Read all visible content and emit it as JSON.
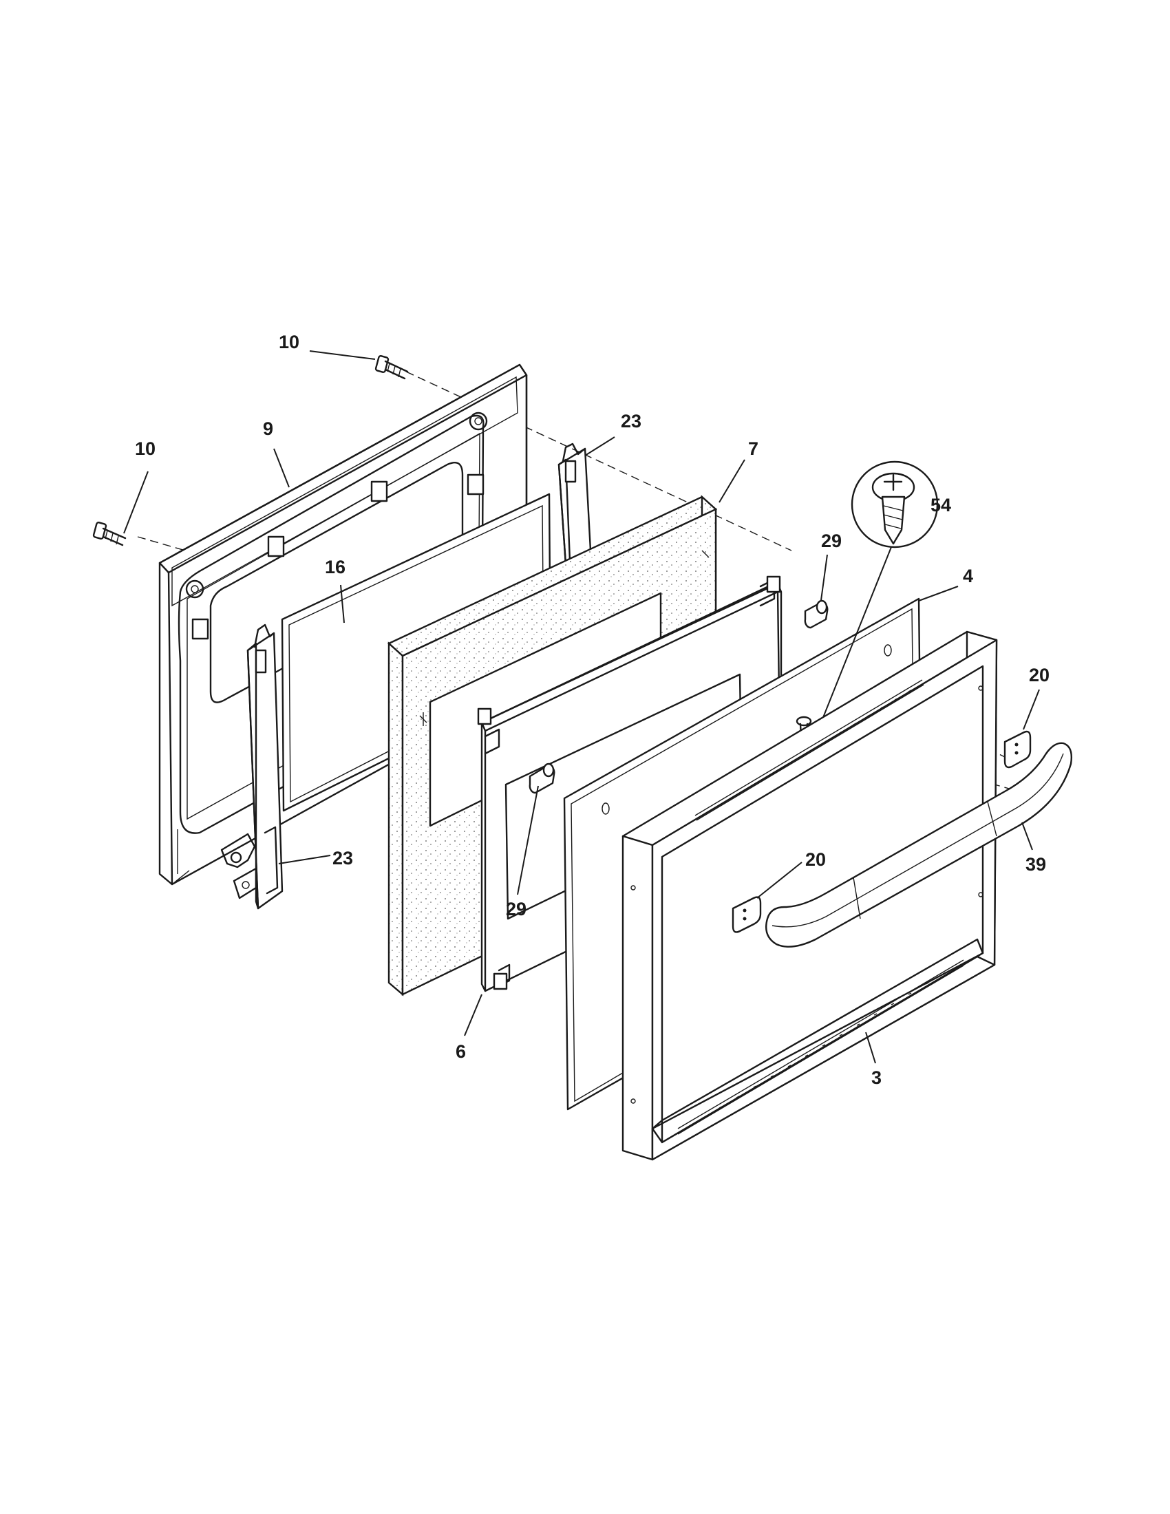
{
  "diagram": {
    "callouts": {
      "c10a": "10",
      "c10b": "10",
      "c9": "9",
      "c23a": "23",
      "c23b": "23",
      "c7": "7",
      "c16": "16",
      "c54": "54",
      "c29a": "29",
      "c29b": "29",
      "c4": "4",
      "c20a": "20",
      "c20b": "20",
      "c39": "39",
      "c6": "6",
      "c3": "3"
    }
  }
}
